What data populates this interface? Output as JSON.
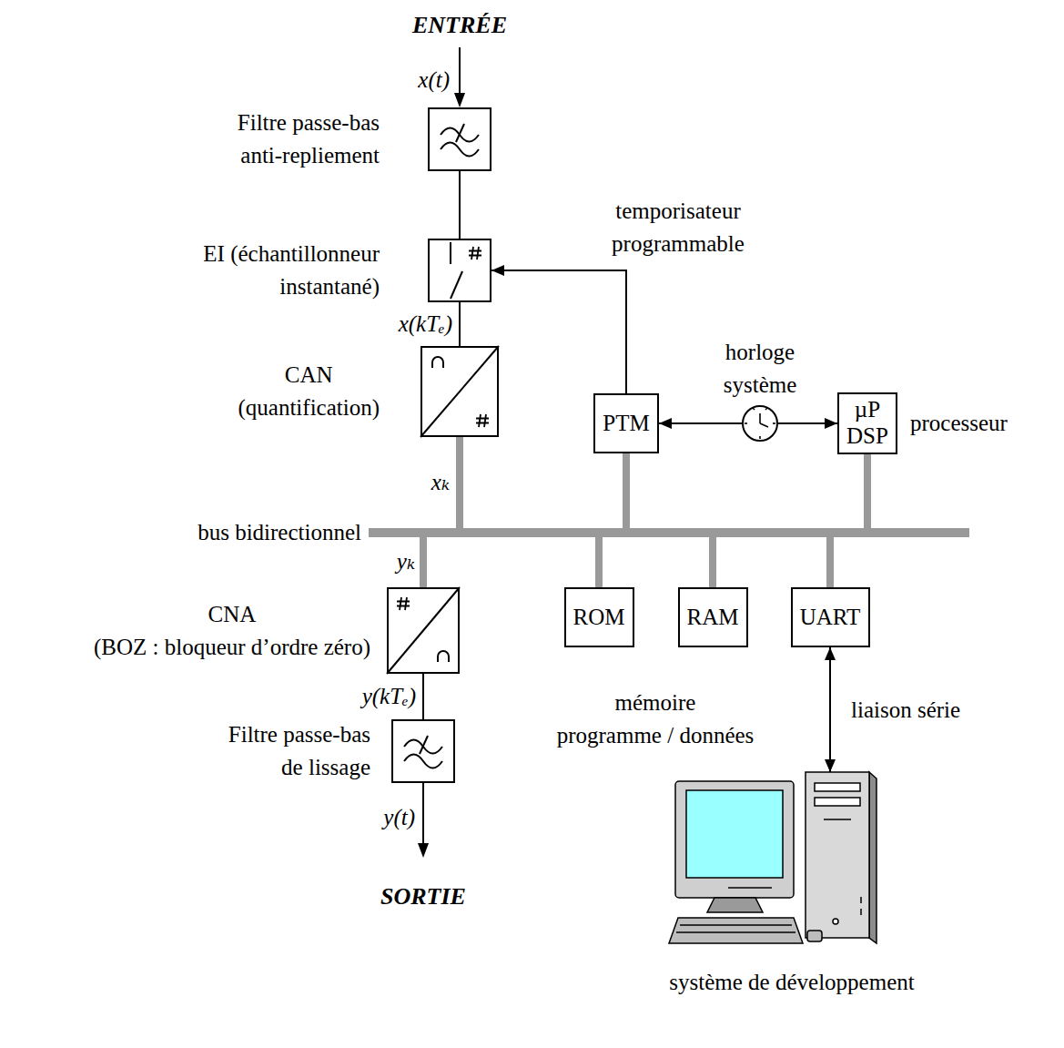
{
  "diagram": {
    "nodes": [
      {
        "text": [
          "Filtre passe-bas anti-repliement"
        ]
      },
      {
        "text": [
          "EI (échantillonneur instantané)"
        ]
      },
      {
        "text": [
          "CAN (quantification)"
        ]
      },
      {
        "text": [
          "PTM"
        ]
      },
      {
        "text": [
          "horloge système"
        ]
      },
      {
        "text": [
          "µP DSP",
          "processeur"
        ]
      },
      {
        "text": [
          "bus bidirectionnel"
        ]
      },
      {
        "text": [
          "CNA (BOZ : bloqueur d’ordre zéro)"
        ]
      },
      {
        "text": [
          "Filtre passe-bas de lissage"
        ]
      },
      {
        "text": [
          "ROM"
        ]
      },
      {
        "text": [
          "RAM"
        ]
      },
      {
        "text": [
          "UART"
        ]
      },
      {
        "text": [
          "système de développement"
        ]
      }
    ],
    "edges": [
      {
        "from": 0,
        "to": 1,
        "arrow": "none"
      },
      {
        "from": 1,
        "to": 2,
        "label": "x(kTₑ)",
        "arrow": "none"
      },
      {
        "from": 2,
        "to": 6,
        "label": "xₖ",
        "arrow": "none"
      },
      {
        "from": 3,
        "to": 1,
        "label": "temporisateur programmable",
        "arrow": "to"
      },
      {
        "from": 4,
        "to": 3,
        "arrow": "to"
      },
      {
        "from": 4,
        "to": 5,
        "arrow": "to"
      },
      {
        "from": 3,
        "to": 6,
        "arrow": "none"
      },
      {
        "from": 5,
        "to": 6,
        "arrow": "none"
      },
      {
        "from": 6,
        "to": 7,
        "label": "yₖ",
        "arrow": "none"
      },
      {
        "from": 6,
        "to": 9,
        "arrow": "none"
      },
      {
        "from": 6,
        "to": 10,
        "arrow": "none"
      },
      {
        "from": 6,
        "to": 11,
        "arrow": "none"
      },
      {
        "from": 7,
        "to": 8,
        "label": "y(kTₑ)",
        "arrow": "none"
      },
      {
        "from": 11,
        "to": 12,
        "label": "liaison série",
        "arrow": "both"
      }
    ],
    "labels": [
      "ENTRÉE",
      "x(t)",
      "mémoire programme / données",
      "y(t)",
      "SORTIE"
    ]
  }
}
